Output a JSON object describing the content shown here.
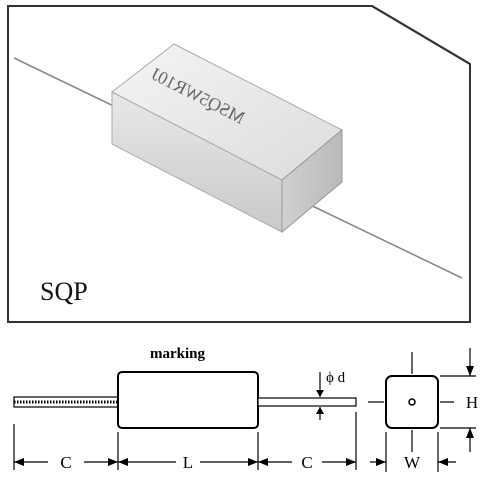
{
  "photo": {
    "caption": "SQP",
    "resistor_marking_text": "MSQ5WR10J"
  },
  "dimension_drawing": {
    "marking_label": "marking",
    "lead_diameter_label": "ϕ d",
    "dim_c_left": "C",
    "dim_l": "L",
    "dim_c_right": "C",
    "dim_h": "H",
    "dim_w": "W"
  }
}
